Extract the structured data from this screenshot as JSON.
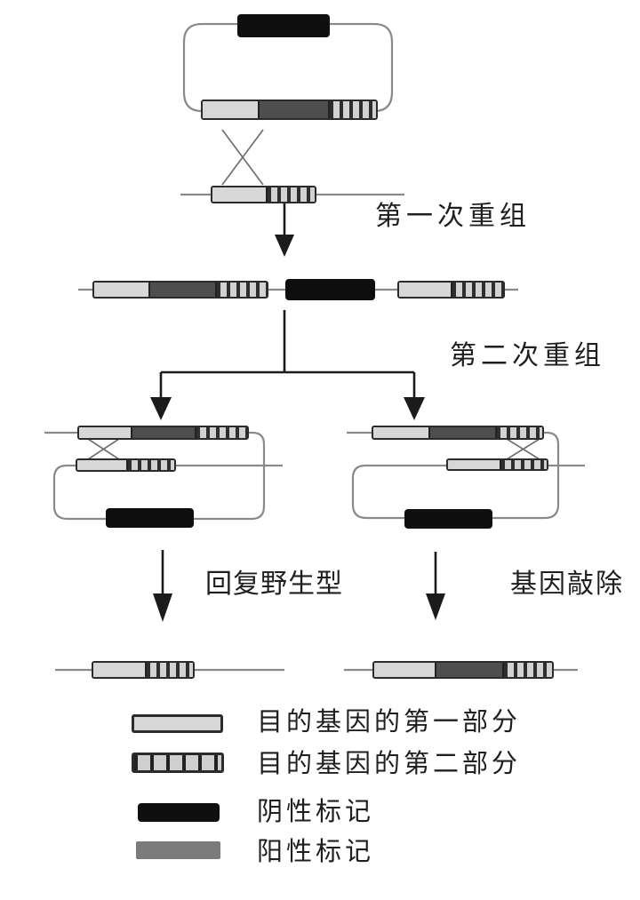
{
  "diagram_type": "two-step gene targeting / knockout by homologous recombination (scanned textbook figure)",
  "labels": {
    "first_recombination": "第一次重组",
    "second_recombination": "第二次重组",
    "revert_wild_type": "回复野生型",
    "gene_knockout": "基因敲除"
  },
  "legend": {
    "items": [
      {
        "key": "target-gene-part-1",
        "swatch_style": "light-gray-box",
        "label": "目的基因的第一部分"
      },
      {
        "key": "target-gene-part-2",
        "swatch_style": "striped-box",
        "label": "目的基因的第二部分"
      },
      {
        "key": "negative-marker",
        "swatch_style": "black-box",
        "label": "阴性标记"
      },
      {
        "key": "positive-marker",
        "swatch_style": "gray-box",
        "label": "阳性标记"
      }
    ]
  },
  "colors": {
    "gene_part1_fill": "#d7d7d7",
    "gene_part2_stripe": "#2e2e2e",
    "negative_marker": "#0f0f0f",
    "positive_marker": "#4e4e4e",
    "positive_marker_legend_swatch": "#7b7b7b",
    "bar_outline": "#2b2b2b",
    "dna_line": "#8a8a8a",
    "arrow": "#1b1b1b",
    "text": "#1f1f1f",
    "background": "#ffffff"
  },
  "structures": {
    "targeting_plasmid": {
      "backbone_top": [
        "negative_marker"
      ],
      "insert_bottom": [
        "gene_part1",
        "positive_marker",
        "gene_part2"
      ]
    },
    "genomic_locus": [
      "gene_part1",
      "gene_part2"
    ],
    "crossover_count_step1": 1,
    "first_recombinant_chromosome": [
      "gene_part1",
      "positive_marker",
      "gene_part2",
      "negative_marker",
      "gene_part1",
      "gene_part2"
    ],
    "second_recombination_branches": [
      {
        "crossover_at": "gene_part1",
        "loop_out_contains": [
          "negative_marker"
        ],
        "outcome": [
          "gene_part1",
          "gene_part2"
        ],
        "outcome_label": "回复野生型"
      },
      {
        "crossover_at": "gene_part2",
        "loop_out_contains": [
          "negative_marker"
        ],
        "outcome": [
          "gene_part1",
          "positive_marker",
          "gene_part2"
        ],
        "outcome_label": "基因敲除"
      }
    ]
  }
}
